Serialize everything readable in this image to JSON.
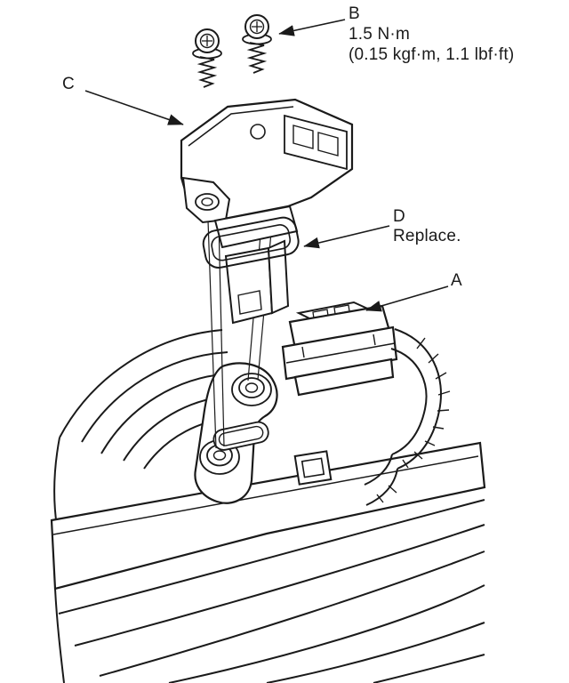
{
  "colors": {
    "ink": "#1a1a1a",
    "background": "#ffffff"
  },
  "callouts": {
    "a": {
      "label": "A"
    },
    "b": {
      "label": "B",
      "torque_line1": "1.5 N·m",
      "torque_line2": "(0.15 kgf·m, 1.1 lbf·ft)"
    },
    "c": {
      "label": "C"
    },
    "d": {
      "label": "D",
      "note": "Replace."
    }
  }
}
